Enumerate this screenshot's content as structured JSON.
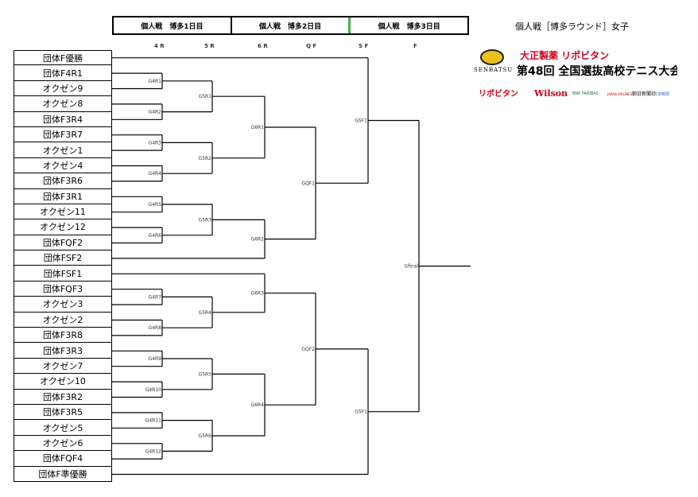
{
  "header": {
    "days": [
      "個人戦　博多1日目",
      "個人戦　博多2日目",
      "個人戦　博多3日目"
    ],
    "title": "個人戦［博多ラウンド］女子"
  },
  "rounds": [
    "4 R",
    "5 R",
    "6 R",
    "Q F",
    "S F",
    "F"
  ],
  "players": [
    "団体F優勝",
    "団体F4R1",
    "オクゼン9",
    "オクゼン8",
    "団体F3R4",
    "団体F3R7",
    "オクゼン1",
    "オクゼン4",
    "団体F3R6",
    "団体F3R1",
    "オクゼン11",
    "オクゼン12",
    "団体FQF2",
    "団体FSF2",
    "団体FSF1",
    "団体FQF3",
    "オクゼン3",
    "オクゼン2",
    "団体F3R8",
    "団体F3R3",
    "オクゼン7",
    "オクゼン10",
    "団体F3R2",
    "団体F3R5",
    "オクゼン5",
    "オクゼン6",
    "団体FQF4",
    "団体F準優勝"
  ],
  "matches": {
    "g4": [
      "G4R1",
      "G4R2",
      "G4R3",
      "G4R4",
      "G4R5",
      "G4R6",
      "G4R7",
      "G4R8",
      "G4R9",
      "G4R10",
      "G4R11",
      "G4R12"
    ],
    "g5": [
      "G5R1",
      "G5R2",
      "G5R3",
      "G5R4",
      "G5R5",
      "G5R6"
    ],
    "g6": [
      "G6R1",
      "G6R2",
      "G6R3",
      "G6R4"
    ],
    "qf": [
      "GQF1",
      "GQF2"
    ],
    "sf": [
      "GSF1",
      "GSF1"
    ],
    "final": "Gfinal"
  },
  "logo": {
    "sponsor_top": "大正製薬 リポビタン",
    "event": "第48回 全国選抜高校テニス大会",
    "brand": "SENBATSU",
    "sponsors": [
      "リポビタン",
      "Wilson",
      "BNP PARIBAS",
      "JAPAN AIRLINES",
      "朝日新聞社",
      "日本郵便"
    ]
  }
}
